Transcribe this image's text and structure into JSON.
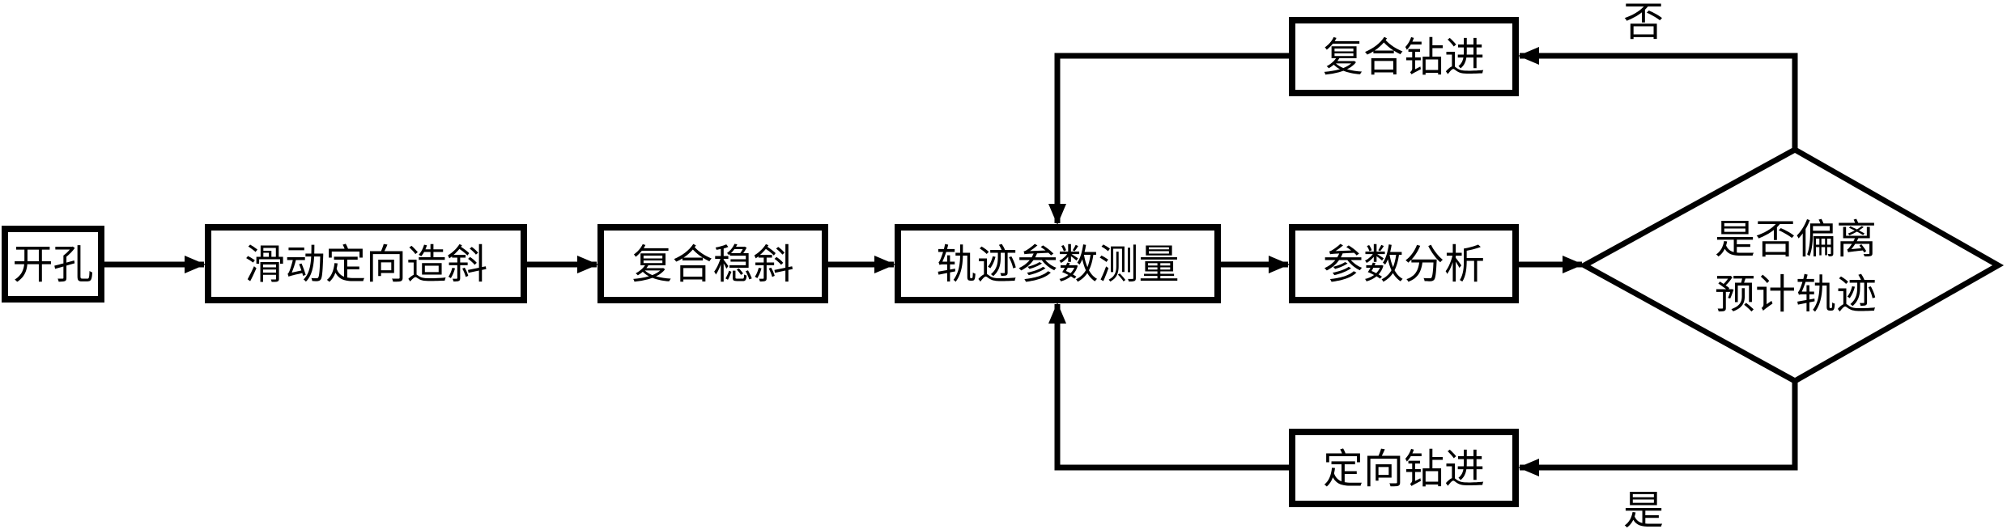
{
  "diagram": {
    "type": "flowchart",
    "colors": {
      "stroke": "#000000",
      "fill": "#ffffff",
      "text": "#000000"
    },
    "nodes": {
      "kaikong": {
        "label": "开孔",
        "shape": "process"
      },
      "huadong": {
        "label": "滑动定向造斜",
        "shape": "process"
      },
      "fuhe_wenxie": {
        "label": "复合稳斜",
        "shape": "process"
      },
      "guiji_celiang": {
        "label": "轨迹参数测量",
        "shape": "process"
      },
      "canshu_fenxi": {
        "label": "参数分析",
        "shape": "process"
      },
      "decision": {
        "label_line1": "是否偏离",
        "label_line2": "预计轨迹",
        "shape": "decision"
      },
      "fuhe_zuanjin": {
        "label": "复合钻进",
        "shape": "process"
      },
      "dingxiang_zuanjin": {
        "label": "定向钻进",
        "shape": "process"
      }
    },
    "edges": [
      {
        "from": "开孔",
        "to": "滑动定向造斜"
      },
      {
        "from": "滑动定向造斜",
        "to": "复合稳斜"
      },
      {
        "from": "复合稳斜",
        "to": "轨迹参数测量"
      },
      {
        "from": "轨迹参数测量",
        "to": "参数分析"
      },
      {
        "from": "参数分析",
        "to": "是否偏离预计轨迹"
      },
      {
        "from": "是否偏离预计轨迹",
        "to": "复合钻进",
        "label": "否"
      },
      {
        "from": "是否偏离预计轨迹",
        "to": "定向钻进",
        "label": "是"
      },
      {
        "from": "复合钻进",
        "to": "轨迹参数测量"
      },
      {
        "from": "定向钻进",
        "to": "轨迹参数测量"
      }
    ],
    "edge_labels": {
      "no": "否",
      "yes": "是"
    }
  }
}
